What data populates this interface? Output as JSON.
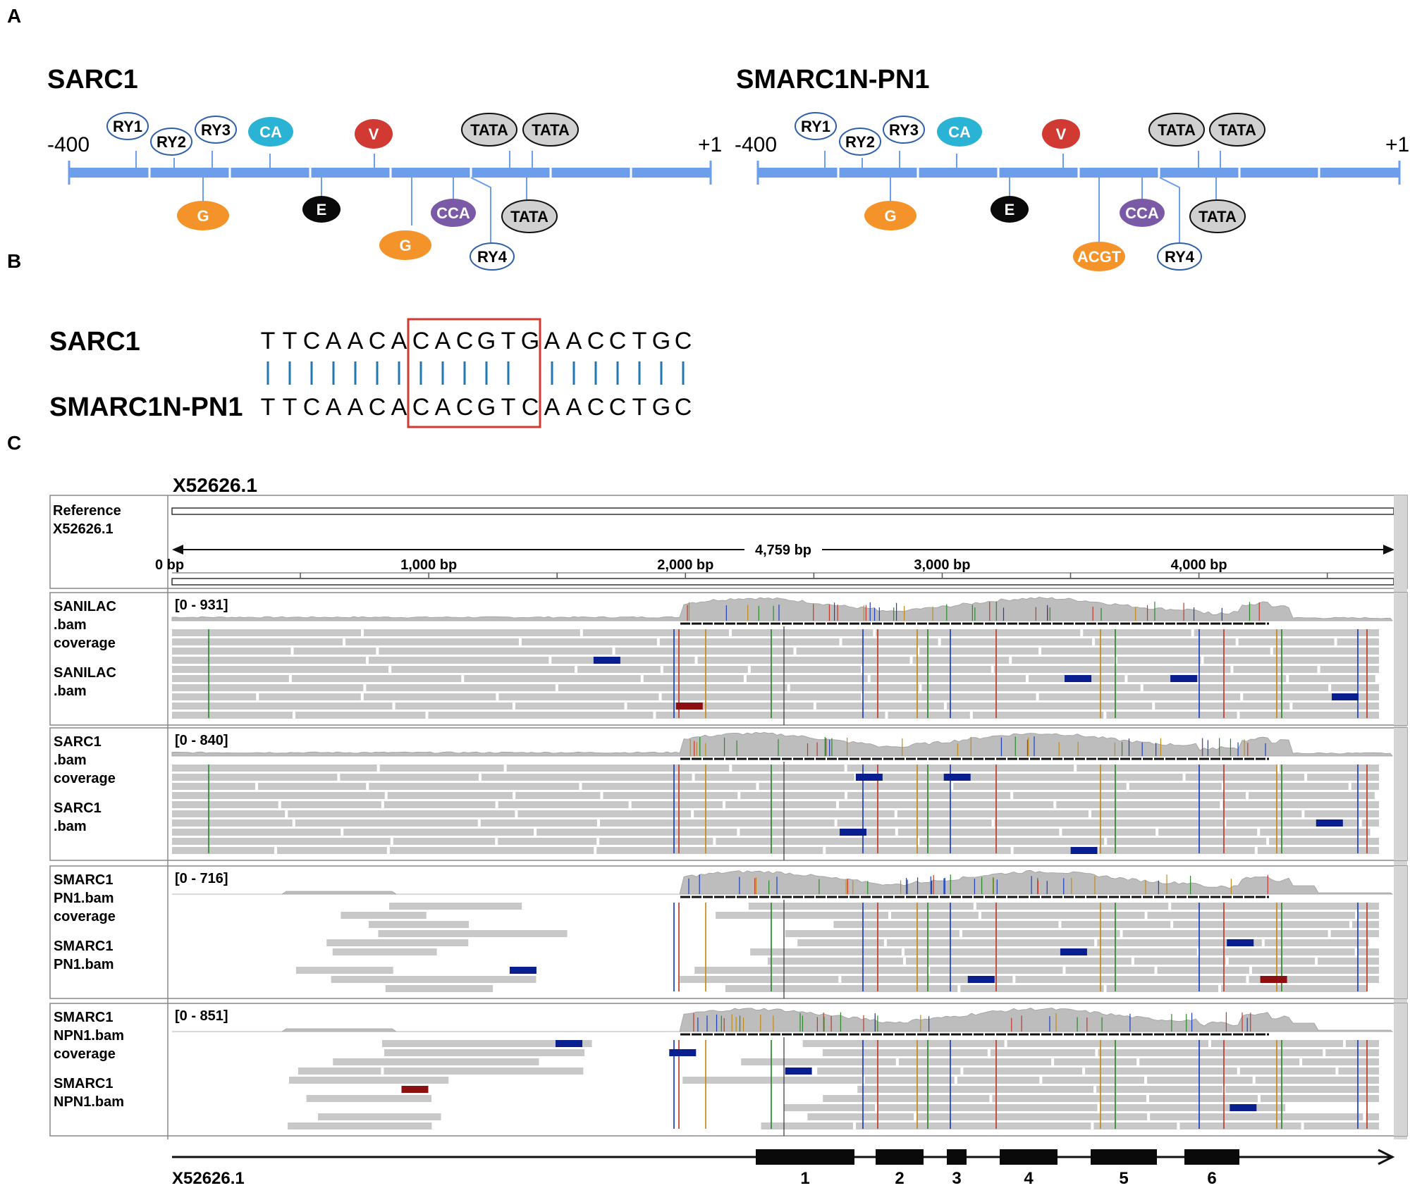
{
  "panel_a": {
    "letter": "A",
    "maps": [
      {
        "title": "SARC1",
        "start_label": "-400",
        "end_label": "+1",
        "motifs_above": [
          {
            "label": "RY1",
            "style": "outline"
          },
          {
            "label": "RY2",
            "style": "outline"
          },
          {
            "label": "RY3",
            "style": "outline"
          },
          {
            "label": "CA",
            "style": "cyan"
          },
          {
            "label": "V",
            "style": "red"
          },
          {
            "label": "TATA",
            "style": "grey"
          },
          {
            "label": "TATA",
            "style": "grey"
          }
        ],
        "motifs_below": [
          {
            "label": "G",
            "style": "orange"
          },
          {
            "label": "E",
            "style": "black"
          },
          {
            "label": "G",
            "style": "orange"
          },
          {
            "label": "CCA",
            "style": "purple"
          },
          {
            "label": "TATA",
            "style": "grey"
          },
          {
            "label": "RY4",
            "style": "outline"
          }
        ]
      },
      {
        "title": "SMARC1N-PN1",
        "start_label": "-400",
        "end_label": "+1",
        "motifs_above": [
          {
            "label": "RY1",
            "style": "outline"
          },
          {
            "label": "RY2",
            "style": "outline"
          },
          {
            "label": "RY3",
            "style": "outline"
          },
          {
            "label": "CA",
            "style": "cyan"
          },
          {
            "label": "V",
            "style": "red"
          },
          {
            "label": "TATA",
            "style": "grey"
          },
          {
            "label": "TATA",
            "style": "grey"
          }
        ],
        "motifs_below": [
          {
            "label": "G",
            "style": "orange"
          },
          {
            "label": "E",
            "style": "black"
          },
          {
            "label": "ACGT",
            "style": "orange"
          },
          {
            "label": "CCA",
            "style": "purple"
          },
          {
            "label": "TATA",
            "style": "grey"
          },
          {
            "label": "RY4",
            "style": "outline"
          }
        ]
      }
    ]
  },
  "panel_b": {
    "letter": "B",
    "seq1_name": "SARC1",
    "seq1": "TTCAACACACGTGAACCTGC",
    "seq2_name": "SMARC1N-PN1",
    "seq2": "TTCAACACACGTCAACCTGC",
    "box_note": "CACGTG vs CACGTC"
  },
  "panel_c": {
    "letter": "C",
    "reference_name": "X52626.1",
    "reference_label": "Reference X52626.1",
    "ruler_total": "4,759 bp",
    "ruler_ticks": [
      "0 bp",
      "1,000 bp",
      "2,000 bp",
      "3,000 bp",
      "4,000 bp"
    ],
    "tracks": [
      {
        "cov_label": "SANILAC .bam coverage",
        "bam_label": "SANILAC .bam",
        "range": "[0 - 931]"
      },
      {
        "cov_label": "SARC1 .bam coverage",
        "bam_label": "SARC1 .bam",
        "range": "[0 - 840]"
      },
      {
        "cov_label": "SMARC1 PN1.bam coverage",
        "bam_label": "SMARC1 PN1.bam",
        "range": "[0 - 716]"
      },
      {
        "cov_label": "SMARC1 NPN1.bam coverage",
        "bam_label": "SMARC1 NPN1.bam",
        "range": "[0 - 851]"
      }
    ],
    "gene_name": "X52626.1",
    "exons": [
      "1",
      "2",
      "3",
      "4",
      "5",
      "6"
    ]
  },
  "colors": {
    "timeline": "#6d9eeb",
    "orange": "#f4932a",
    "cyan": "#2bb3d6",
    "red": "#d13a32",
    "purple": "#7a5aa6",
    "grey_fill": "#d0d0d0",
    "outline": "#2e5fa8",
    "read_grey": "#c8c8c8",
    "insert_blue": "#0a1f8f",
    "insert_red": "#8e0f0f",
    "box": "#d13a32",
    "align_bar": "#1f77b4"
  }
}
